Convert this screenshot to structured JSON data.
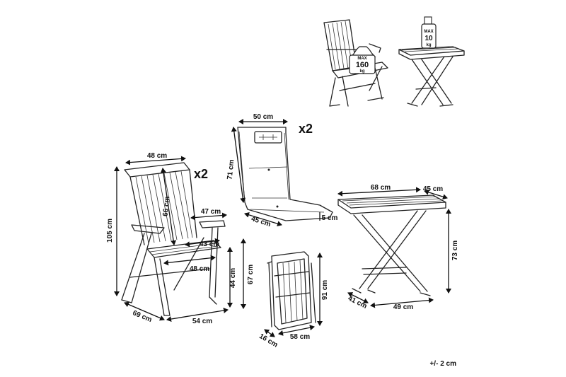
{
  "tolerance": "+/- 2 cm",
  "quantity_chair": "x2",
  "quantity_cushion": "x2",
  "load_chair": {
    "top": "MAX",
    "value": "160",
    "unit": "kg"
  },
  "load_table": {
    "top": "MAX",
    "value": "10",
    "unit": "kg"
  },
  "chair": {
    "width_top": "48 cm",
    "backrest_height": "66 cm",
    "armrest_length": "47 cm",
    "seat_depth": "43 cm",
    "seat_width": "48 cm",
    "total_height": "105 cm",
    "armrest_height": "67 cm",
    "seat_height": "44 cm",
    "depth": "69 cm",
    "width": "54 cm"
  },
  "cushion": {
    "width": "50 cm",
    "back_height": "71 cm",
    "seat_depth": "45 cm",
    "thickness": "5 cm"
  },
  "folded_chair": {
    "height": "91 cm",
    "thickness": "16 cm",
    "width": "58 cm"
  },
  "table": {
    "length": "68 cm",
    "width": "45 cm",
    "height": "73 cm",
    "base_depth": "41 cm",
    "base_width": "49 cm"
  }
}
